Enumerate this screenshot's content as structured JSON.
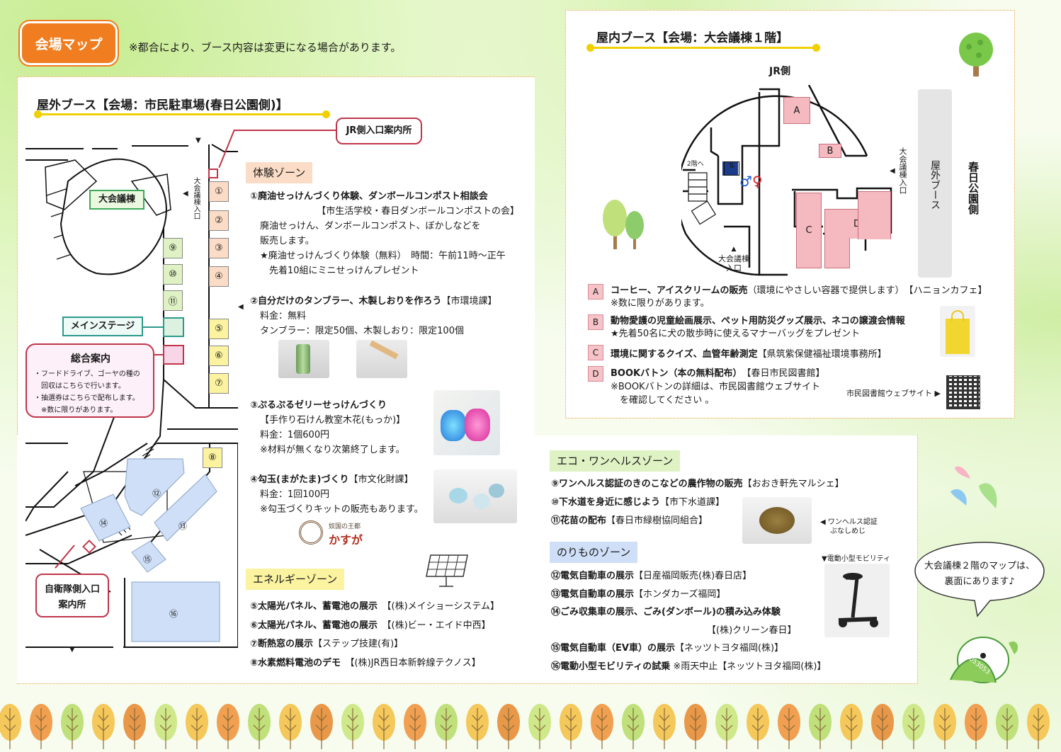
{
  "header": {
    "badge": "会場マップ",
    "note": "※都合により、ブース内容は変更になる場合があります。"
  },
  "outdoor": {
    "title": "屋外ブース【会場：市民駐車場(春日公園側)】",
    "map": {
      "hall": "大会議棟",
      "hall_entrance": "大会議棟入口",
      "main_stage": "メインステージ",
      "jr_gate": "JR側入口案内所",
      "sdf_gate_l1": "自衛隊側入口",
      "sdf_gate_l2": "案内所",
      "info_title": "総合案内",
      "info_lines": [
        "・フードドライブ、ゴーヤの種の",
        "　回収はこちらで行います。",
        "・抽選券はこちらで配布します。",
        "　※数に限りがあります。"
      ],
      "booths": [
        "①",
        "②",
        "③",
        "④",
        "⑤",
        "⑥",
        "⑦",
        "⑧",
        "⑨",
        "⑩",
        "⑪",
        "⑫",
        "⑬",
        "⑭",
        "⑮",
        "⑯"
      ]
    },
    "zones": {
      "experience": {
        "label": "体験ゾーン",
        "items": [
          {
            "title": "①廃油せっけんづくり体験、ダンボールコンポスト相談会",
            "org": "【市生活学校・春日ダンボールコンポストの会】",
            "lines": [
              "廃油せっけん、ダンボールコンポスト、ぼかしなどを",
              "販売します。",
              "★廃油せっけんづくり体験（無料）　時間：午前11時～正午",
              "　先着10組にミニせっけんプレゼント"
            ]
          },
          {
            "title": "②自分だけのタンブラー、木製しおりを作ろう",
            "org": "【市環境課】",
            "lines": [
              "料金：無料",
              "タンブラー：限定50個、木製しおり：限定100個"
            ]
          },
          {
            "title": "③ぷるぷるゼリーせっけんづくり",
            "org": "【手作り石けん教室木花(もっか)】",
            "lines": [
              "料金：1個600円",
              "※材料が無くなり次第終了します。"
            ]
          },
          {
            "title": "④勾玉(まがたま)づくり",
            "org": "【市文化財課】",
            "lines": [
              "料金：1回100円",
              "※勾玉づくりキットの販売もあります。"
            ]
          }
        ],
        "logo_small": "奴国の王都",
        "logo_big": "かすが"
      },
      "energy": {
        "label": "エネルギーゾーン",
        "items": [
          {
            "title": "⑤太陽光パネル、蓄電池の展示",
            "org": "【(株)メイショーシステム】"
          },
          {
            "title": "⑥太陽光パネル、蓄電池の展示",
            "org": "【(株)ビー・エイド中西】"
          },
          {
            "title": "⑦断熱窓の展示",
            "org": "【ステップ技建(有)】"
          },
          {
            "title": "⑧水素燃料電池のデモ",
            "org": "【(株)JR西日本新幹線テクノス】"
          }
        ]
      }
    }
  },
  "indoor": {
    "title": "屋内ブース【会場：大会議棟１階】",
    "map": {
      "jr_side": "JR側",
      "floor2": "2階へ",
      "entrance_l1": "大会議棟",
      "entrance_l2": "入口",
      "side_entrance": "大会議棟入口",
      "outdoor_booth": "屋外ブース",
      "park_side": "春日公園側",
      "rooms": [
        "A",
        "B",
        "C",
        "D"
      ]
    },
    "items": [
      {
        "key": "A",
        "title": "コーヒー、アイスクリームの販売",
        "note": "（環境にやさしい容器で提供します）",
        "org": "【ハニョンカフェ】",
        "sub": "※数に限りがあります。"
      },
      {
        "key": "B",
        "title": "動物愛護の児童絵画展示、ペット用防災グッズ展示、ネコの譲渡会情報",
        "sub": "★先着50名に犬の散歩時に使えるマナーバッグをプレゼント"
      },
      {
        "key": "C",
        "title": "環境に関するクイズ、血管年齢測定",
        "org": "【県筑紫保健福祉環境事務所】"
      },
      {
        "key": "D",
        "title": "BOOKバトン（本の無料配布）",
        "org": "【春日市民図書館】",
        "sub": "※BOOKバトンの詳細は、市民図書館ウェブサイト",
        "sub2": "　を確認してください 。"
      }
    ],
    "library_link": "市民図書館ウェブサイト ▶"
  },
  "eco": {
    "label": "エコ・ワンヘルスゾーン",
    "items": [
      {
        "title": "⑨ワンヘルス認証のきのこなどの農作物の販売",
        "org": "【おおき軒先マルシェ】"
      },
      {
        "title": "⑩下水道を身近に感じよう",
        "org": "【市下水道課】"
      },
      {
        "title": "⑪花苗の配布",
        "org": "【春日市緑樹協同組合】"
      }
    ],
    "mushroom_l1": "ワンヘルス認証",
    "mushroom_l2": "ぶなしめじ"
  },
  "vehicle": {
    "label": "のりものゾーン",
    "mobility_caption": "▼電動小型モビリティ",
    "items": [
      {
        "title": "⑫電気自動車の展示",
        "org": "【日産福岡販売(株)春日店】"
      },
      {
        "title": "⑬電気自動車の展示",
        "org": "【ホンダカーズ福岡】"
      },
      {
        "title": "⑭ごみ収集車の展示、ごみ(ダンボール)の積み込み体験",
        "org": "【(株)クリーン春日】"
      },
      {
        "title": "⑮電気自動車（EV車）の展示",
        "org": "【ネッツトヨタ福岡(株)】"
      },
      {
        "title": "⑯電動小型モビリティの試乗",
        "note": "※雨天中止",
        "org": "【ネッツトヨタ福岡(株)】"
      }
    ]
  },
  "bubble": {
    "l1": "大会議棟２階のマップは、",
    "l2": "裏面にあります♪"
  },
  "mascot_text": "053053053"
}
